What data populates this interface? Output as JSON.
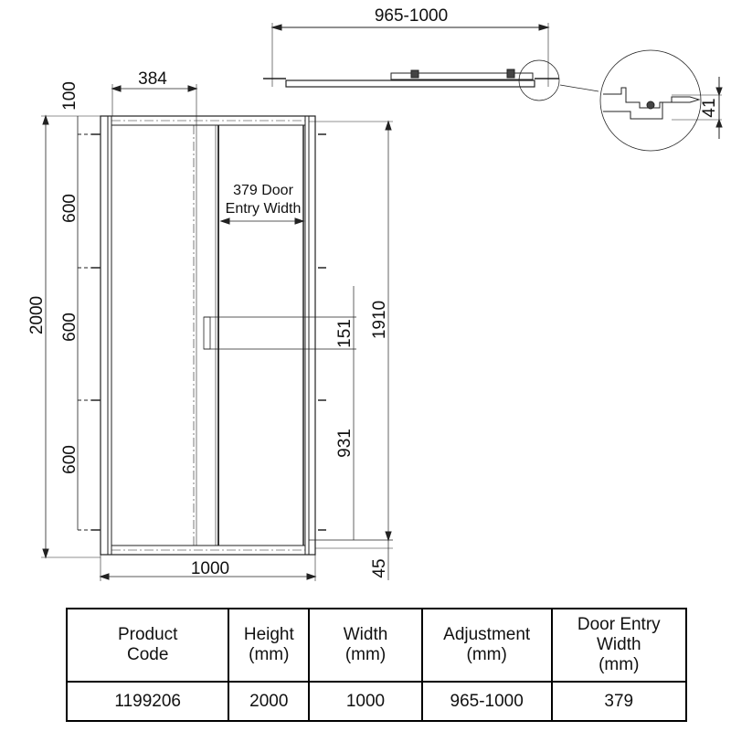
{
  "drawing": {
    "top_width": "965-1000",
    "detail_depth": "41",
    "panel_width": "384",
    "top_offset": "100",
    "height_total": "2000",
    "fixing_spacing": [
      "600",
      "600",
      "600"
    ],
    "door_entry_line1": "379 Door",
    "door_entry_line2": "Entry Width",
    "handle_height": "151",
    "handle_from_bottom": "931",
    "inner_height": "1910",
    "base_offset": "45",
    "overall_width": "1000"
  },
  "table": {
    "headers": [
      [
        "Product",
        "Code"
      ],
      [
        "Height",
        "(mm)"
      ],
      [
        "Width",
        "(mm)"
      ],
      [
        "Adjustment",
        "(mm)"
      ],
      [
        "Door Entry",
        "Width",
        "(mm)"
      ]
    ],
    "row": [
      "1199206",
      "2000",
      "1000",
      "965-1000",
      "379"
    ]
  }
}
